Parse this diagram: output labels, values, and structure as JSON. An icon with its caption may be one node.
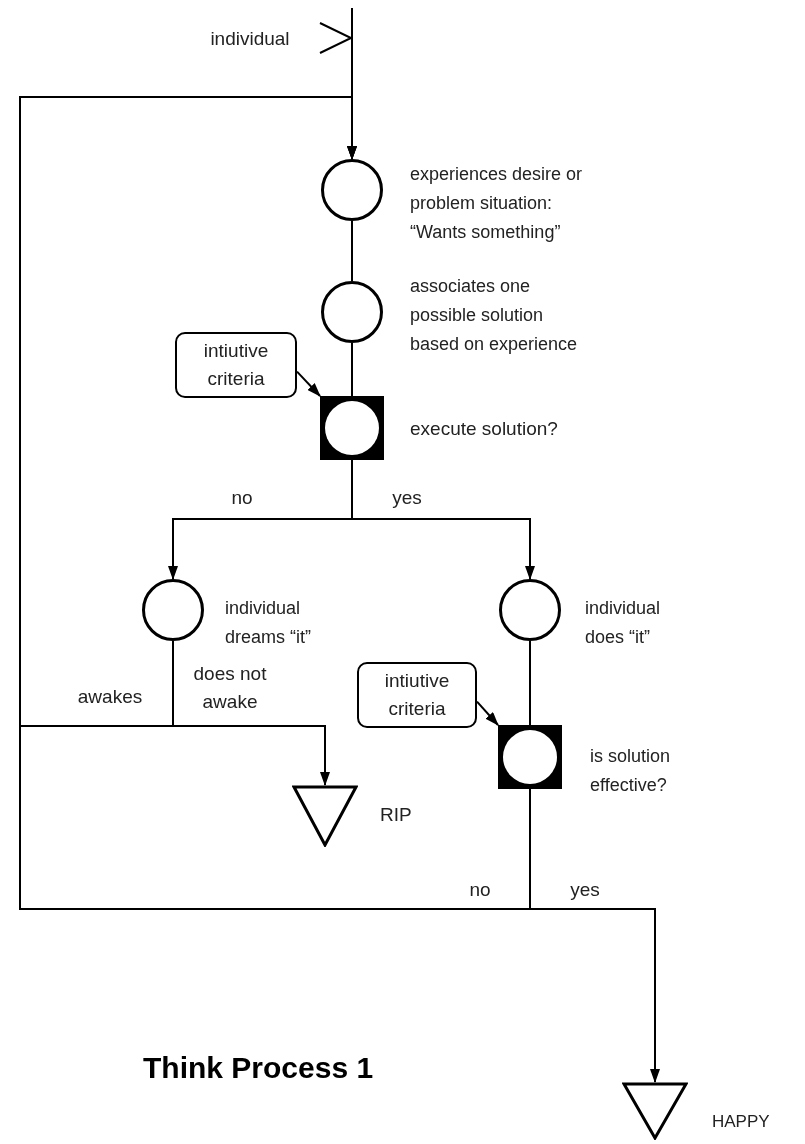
{
  "diagram": {
    "caption": "Think Process 1",
    "nodes": [
      {
        "text": [],
        "shape": "circle",
        "beside": [
          "experiences desire or problem situation: “Wants something”"
        ]
      },
      {
        "text": [],
        "shape": "circle",
        "beside": [
          "associates one possible solution based on experience"
        ]
      },
      {
        "text": [],
        "shape": "box",
        "beside": [
          "execute solution?"
        ]
      },
      {
        "text": [
          "intiutive criteria"
        ]
      },
      {
        "text": [],
        "shape": "circle",
        "beside": [
          "individual dreams “it”"
        ]
      },
      {
        "text": [],
        "shape": "circle",
        "beside": [
          "individual does “it”"
        ]
      },
      {
        "text": [
          "intiutive criteria"
        ]
      },
      {
        "text": [],
        "shape": "box",
        "beside": [
          "is solution effective?"
        ]
      },
      {
        "text": [],
        "shape": "triangle",
        "beside": [
          "RIP"
        ]
      },
      {
        "text": [],
        "shape": "triangle",
        "beside": [
          "HAPPY"
        ]
      }
    ],
    "edges": [
      {
        "from": null,
        "to": 0,
        "arrow": "to",
        "label": "individual"
      },
      {
        "from": 0,
        "to": 1,
        "arrow": "none"
      },
      {
        "from": 1,
        "to": 2,
        "arrow": "none"
      },
      {
        "from": 3,
        "to": 2,
        "arrow": "to"
      },
      {
        "from": 2,
        "to": 4,
        "arrow": "to",
        "label": "no"
      },
      {
        "from": 2,
        "to": 5,
        "arrow": "to",
        "label": "yes"
      },
      {
        "from": 4,
        "to": 8,
        "arrow": "to",
        "label": "does not awake"
      },
      {
        "from": 4,
        "to": 0,
        "arrow": "to",
        "label": "awakes"
      },
      {
        "from": 5,
        "to": 7,
        "arrow": "none"
      },
      {
        "from": 6,
        "to": 7,
        "arrow": "to"
      },
      {
        "from": 7,
        "to": 0,
        "arrow": "to",
        "label": "no"
      },
      {
        "from": 7,
        "to": 9,
        "arrow": "to",
        "label": "yes"
      }
    ]
  }
}
